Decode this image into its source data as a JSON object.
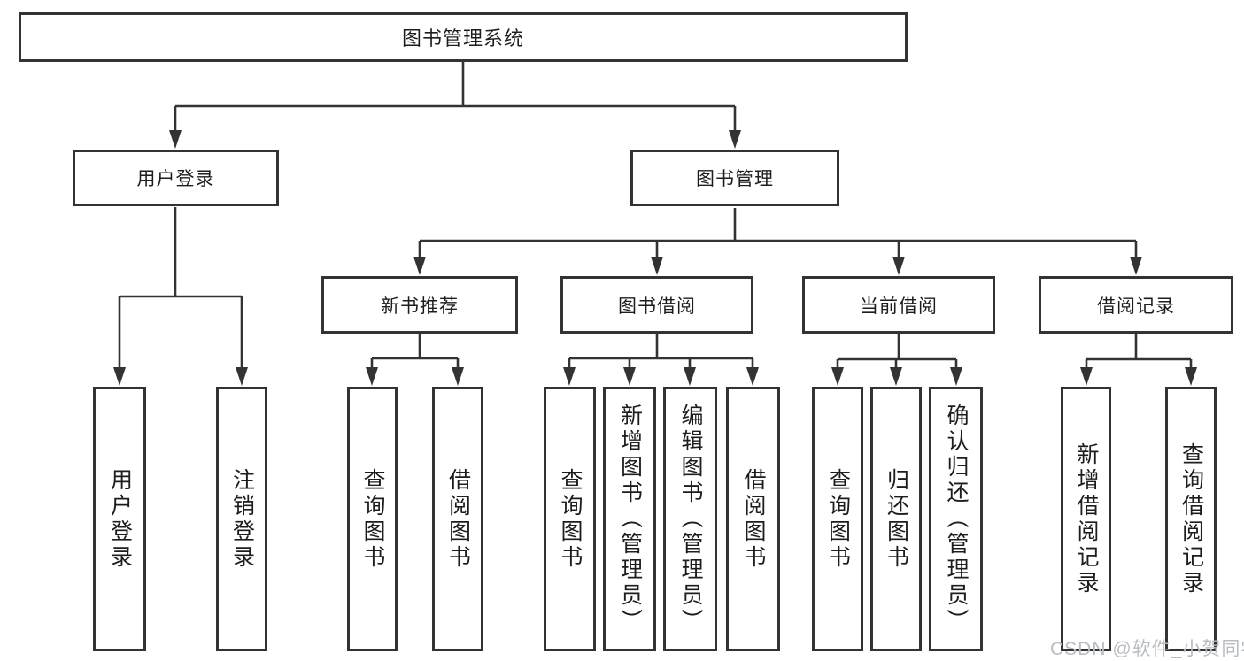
{
  "colors": {
    "line": "#333333",
    "box_border": "#333333",
    "text": "#1d1d1d",
    "watermark": "#b9bdc3",
    "background": "#ffffff"
  },
  "watermark": {
    "text": "CSDN @软件_小贺同学"
  },
  "tree": {
    "label": "图书管理系统",
    "children": [
      {
        "label": "用户登录",
        "children": [
          {
            "label": "用户登录"
          },
          {
            "label": "注销登录"
          }
        ]
      },
      {
        "label": "图书管理",
        "children": [
          {
            "label": "新书推荐",
            "children": [
              {
                "label": "查询图书"
              },
              {
                "label": "借阅图书"
              }
            ]
          },
          {
            "label": "图书借阅",
            "children": [
              {
                "label": "查询图书"
              },
              {
                "label": "新增图书（管理员）"
              },
              {
                "label": "编辑图书（管理员）"
              },
              {
                "label": "借阅图书"
              }
            ]
          },
          {
            "label": "当前借阅",
            "children": [
              {
                "label": "查询图书"
              },
              {
                "label": "归还图书"
              },
              {
                "label": "确认归还（管理员）"
              }
            ]
          },
          {
            "label": "借阅记录",
            "children": [
              {
                "label": "新增借阅记录"
              },
              {
                "label": "查询借阅记录"
              }
            ]
          }
        ]
      }
    ]
  }
}
